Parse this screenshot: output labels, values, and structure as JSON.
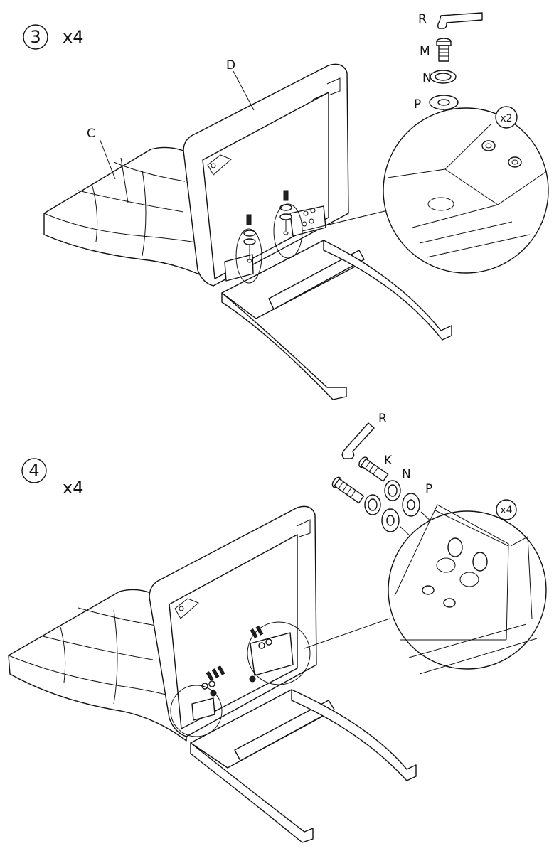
{
  "step3": {
    "number": "3",
    "quantity": "x4",
    "labels": {
      "c": "C",
      "d": "D",
      "r": "R",
      "m": "M",
      "n": "N",
      "p": "P"
    },
    "detail_quantity": "x2"
  },
  "step4": {
    "number": "4",
    "quantity": "x4",
    "labels": {
      "r": "R",
      "k": "K",
      "n": "N",
      "p": "P"
    },
    "detail_quantity": "x4"
  }
}
